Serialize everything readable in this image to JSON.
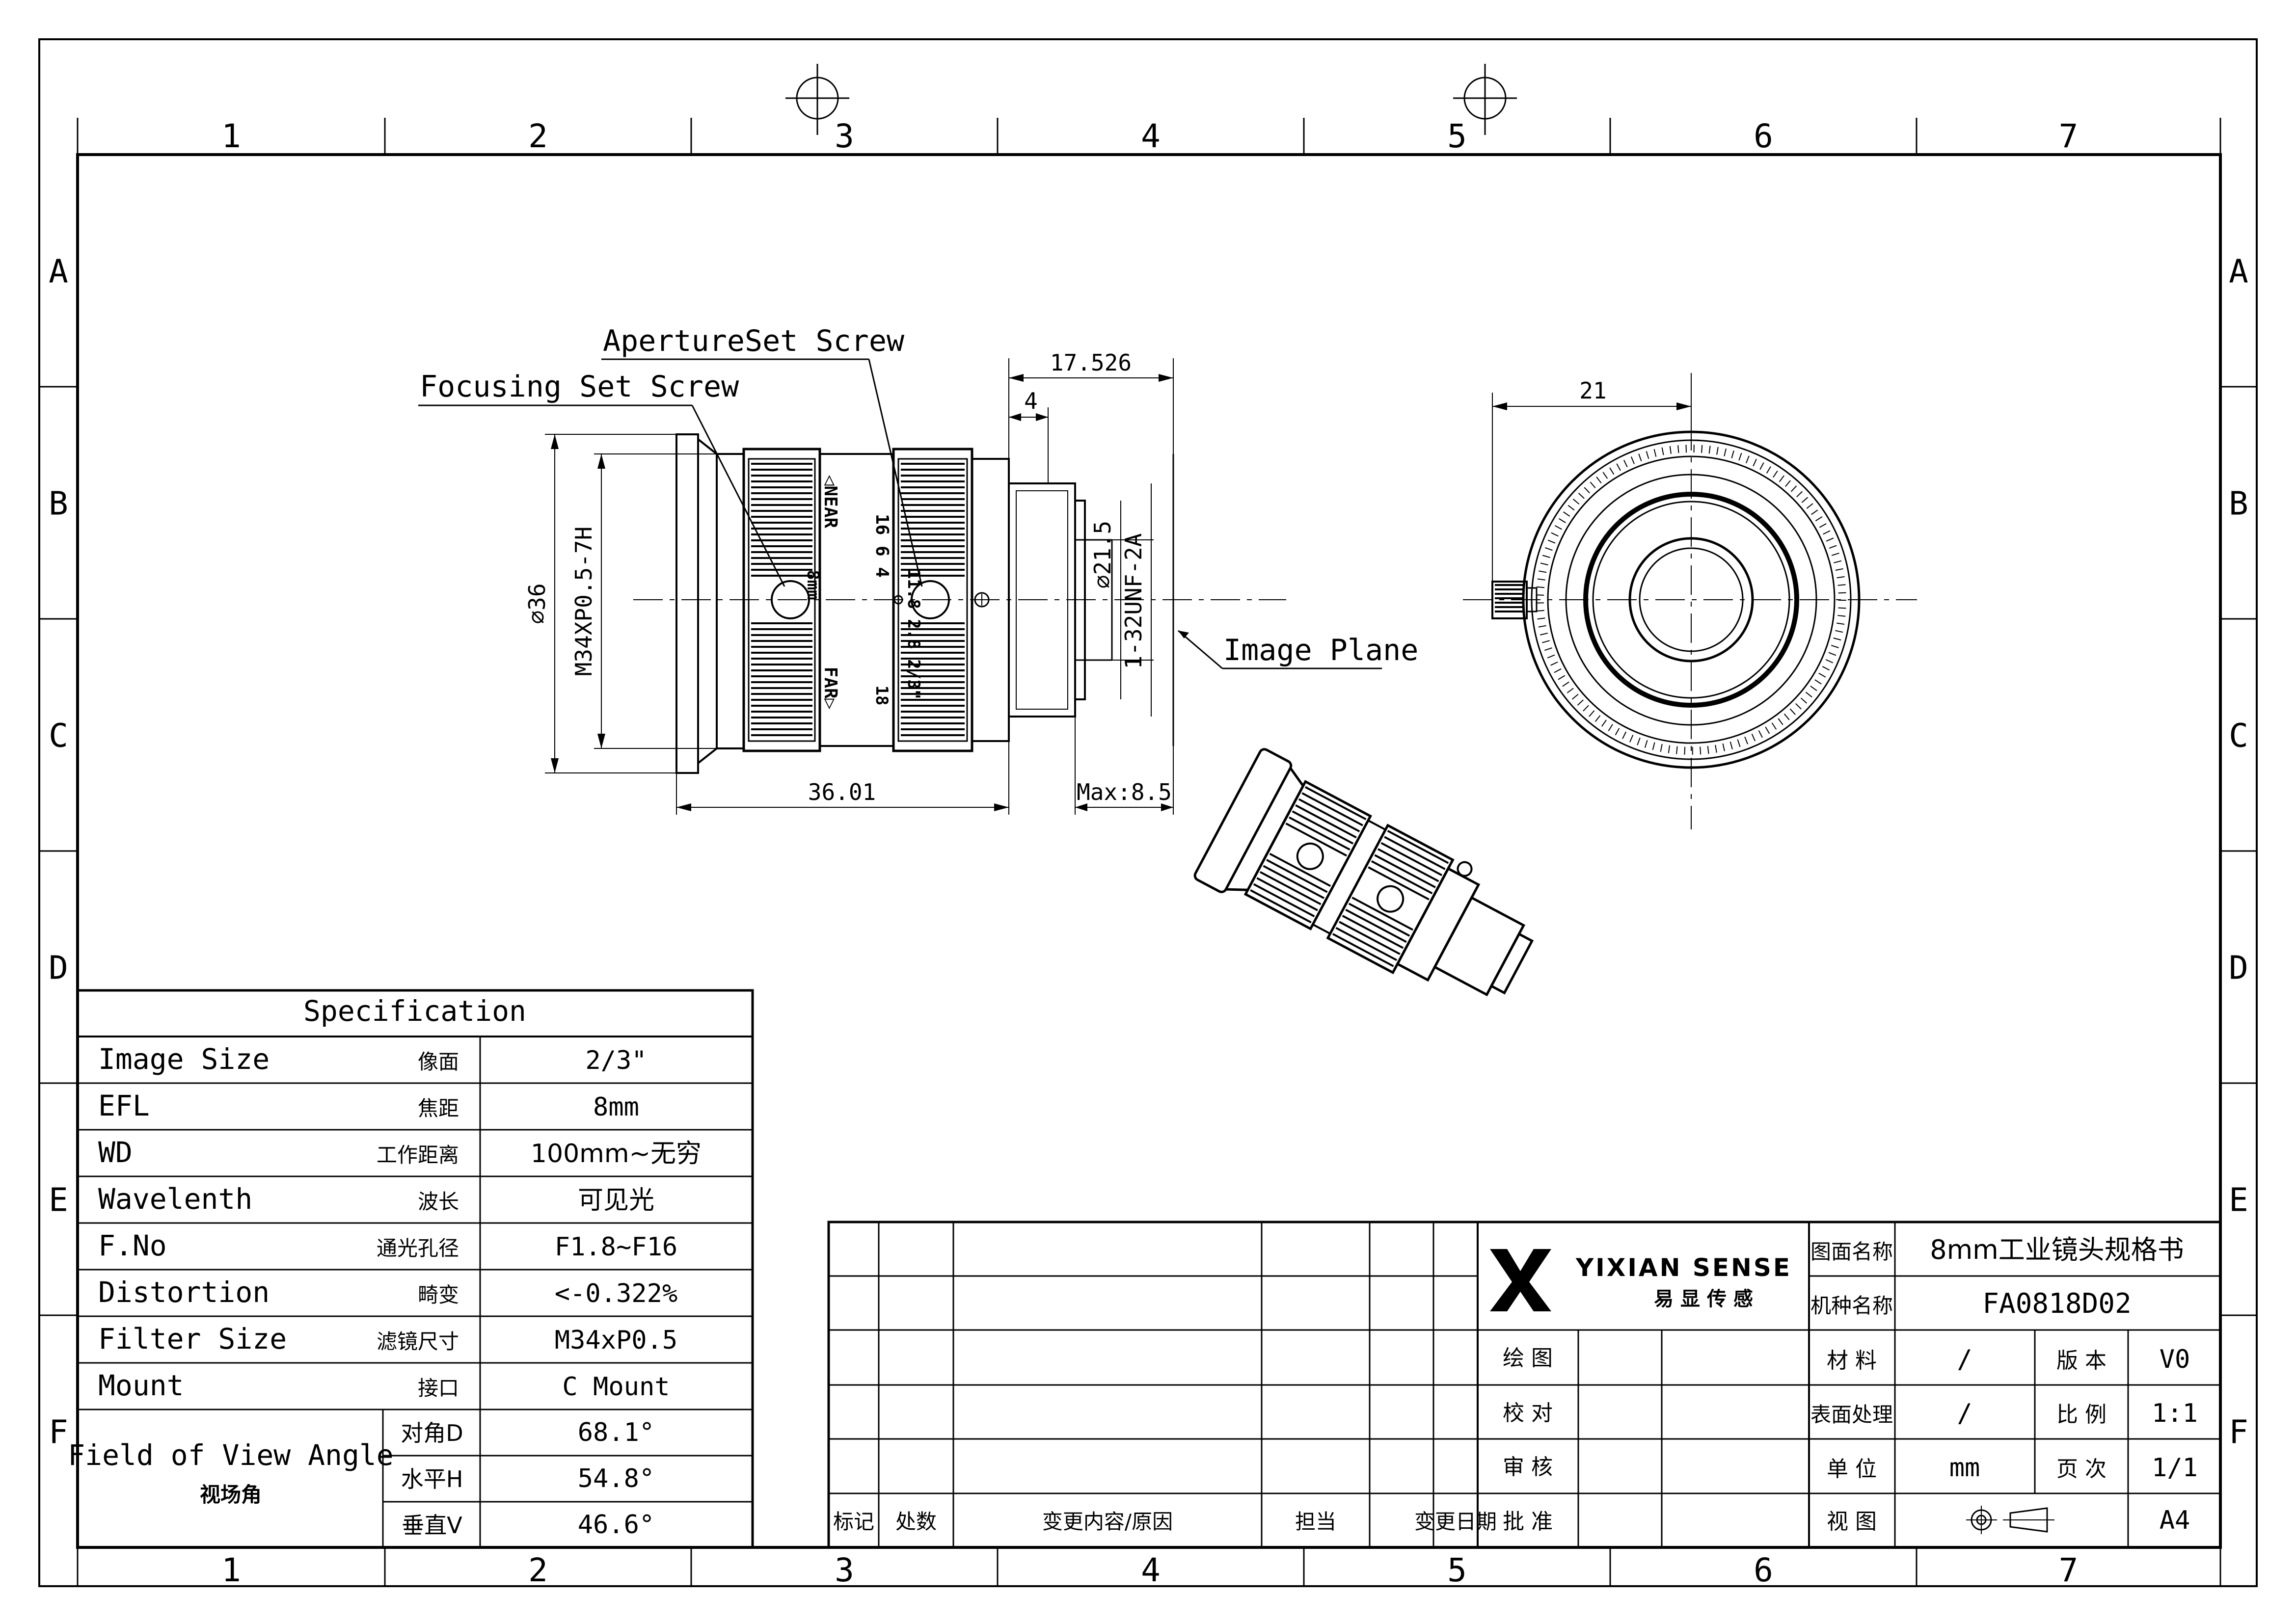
{
  "frame": {
    "col_labels": [
      "1",
      "2",
      "3",
      "4",
      "5",
      "6",
      "7"
    ],
    "row_labels": [
      "A",
      "B",
      "C",
      "D",
      "E",
      "F"
    ]
  },
  "callouts": {
    "aperture_set_screw": "ApertureSet Screw",
    "focusing_set_screw": "Focusing Set Screw",
    "image_plane": "Image Plane"
  },
  "dimensions": {
    "flange_dim": "17.526",
    "mount_dim": "4",
    "overall_diameter": "⌀36",
    "filter_thread": "M34XP0.5-7H",
    "rear_diameter": "⌀21.5",
    "mount_thread": "1-32UNF-2A",
    "length": "36.01",
    "max_protrusion": "Max:8.5",
    "front_view_dim": "21"
  },
  "barrel_markings": {
    "near": "◁NEAR",
    "far": "FAR▷",
    "focal": "8mm",
    "f_top": "16  6  4",
    "f_bottom": "11.8  2.8  2/3\"",
    "f_end": "18"
  },
  "spec_table": {
    "title": "Specification",
    "rows": [
      {
        "label": "Image Size",
        "cn": "像面",
        "value": "2/3\""
      },
      {
        "label": "EFL",
        "cn": "焦距",
        "value": "8mm"
      },
      {
        "label": "WD",
        "cn": "工作距离",
        "value": "100mm~无穷"
      },
      {
        "label": "Wavelenth",
        "cn": "波长",
        "value": "可见光"
      },
      {
        "label": "F.No",
        "cn": "通光孔径",
        "value": "F1.8~F16"
      },
      {
        "label": "Distortion",
        "cn": "畸变",
        "value": "<-0.322%"
      },
      {
        "label": "Filter Size",
        "cn": "滤镜尺寸",
        "value": "M34xP0.5"
      },
      {
        "label": "Mount",
        "cn": "接口",
        "value": "C Mount"
      }
    ],
    "fov": {
      "label": "Field of View Angle",
      "cn": "视场角",
      "rows": [
        {
          "cn": "对角D",
          "value": "68.1°"
        },
        {
          "cn": "水平H",
          "value": "54.8°"
        },
        {
          "cn": "垂直V",
          "value": "46.6°"
        }
      ]
    }
  },
  "title_block": {
    "logo_text": "YIXIAN SENSE",
    "logo_cn": "易 显 传 感",
    "revision_headers": [
      "标记",
      "处数",
      "变更内容/原因",
      "担当",
      "变更日期"
    ],
    "sign_labels": [
      "绘 图",
      "校 对",
      "审 核",
      "批 准"
    ],
    "drawing_name_label": "图面名称",
    "drawing_name": "8mm工业镜头规格书",
    "model_label": "机种名称",
    "model": "FA0818D02",
    "material_label": "材 料",
    "material": "/",
    "version_label": "版 本",
    "version": "V0",
    "surface_label": "表面处理",
    "surface": "/",
    "scale_label": "比 例",
    "scale": "1:1",
    "unit_label": "单 位",
    "unit": "mm",
    "page_label": "页 次",
    "page": "1/1",
    "view_label": "视 图",
    "paper": "A4"
  }
}
